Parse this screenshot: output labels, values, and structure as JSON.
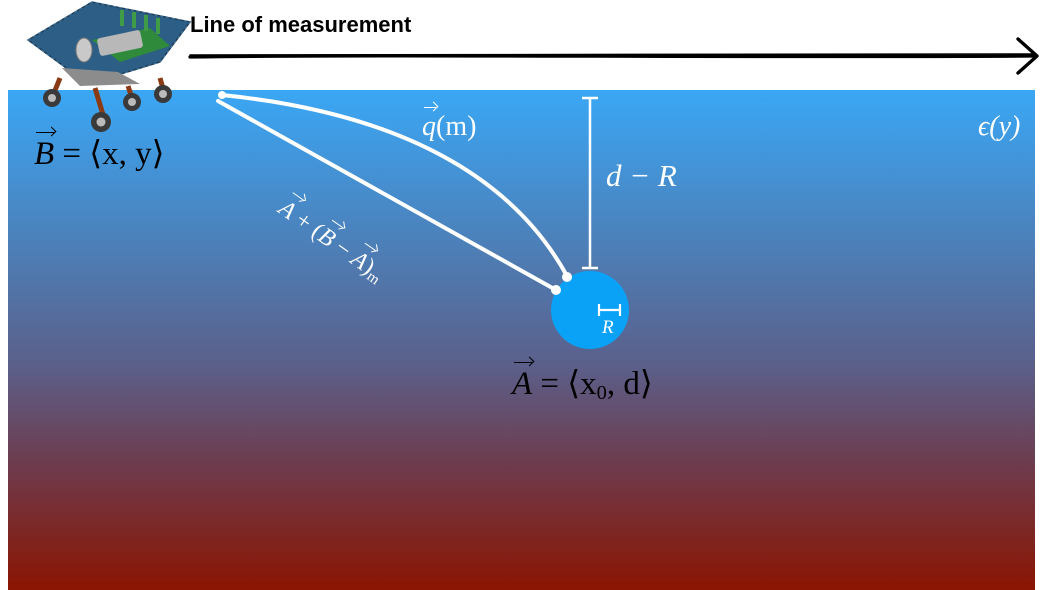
{
  "title": "Line of measurement",
  "labels": {
    "b_vec": "B",
    "b_rest": "= ⟨x, y⟩",
    "a_vec": "A",
    "a_eq": "= ⟨x",
    "a_sub": "0",
    "a_end": ", d⟩",
    "epsilon": "ϵ(y)",
    "q_vec": "q",
    "q_arg": "(m)",
    "depth": "d − R",
    "radius": "R",
    "path_a": "A",
    "path_plus": " + (",
    "path_b": "B",
    "path_minus": " − ",
    "path_a2": "A",
    "path_close": ")",
    "path_m": "m"
  },
  "colors": {
    "sky_top": "#3aa7f5",
    "water_mid": "#5a5f8e",
    "deep_bottom": "#8b1400",
    "sphere": "#0aa2f7",
    "line": "#ffffff"
  },
  "icons": {
    "rover": "rover-icon",
    "arrow": "arrow-head-icon"
  }
}
